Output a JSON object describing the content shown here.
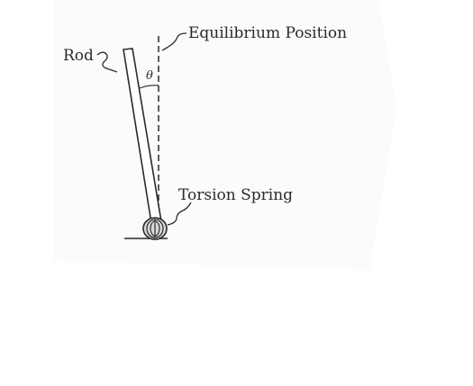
{
  "diagram": {
    "labels": {
      "rod": "Rod",
      "equilibrium": "Equilibrium Position",
      "spring": "Torsion Spring",
      "angle": "θ"
    },
    "colors": {
      "line": "#2a2a2a",
      "rod_fill": "#ffffff",
      "spring_fill": "#d9d9d9"
    }
  }
}
